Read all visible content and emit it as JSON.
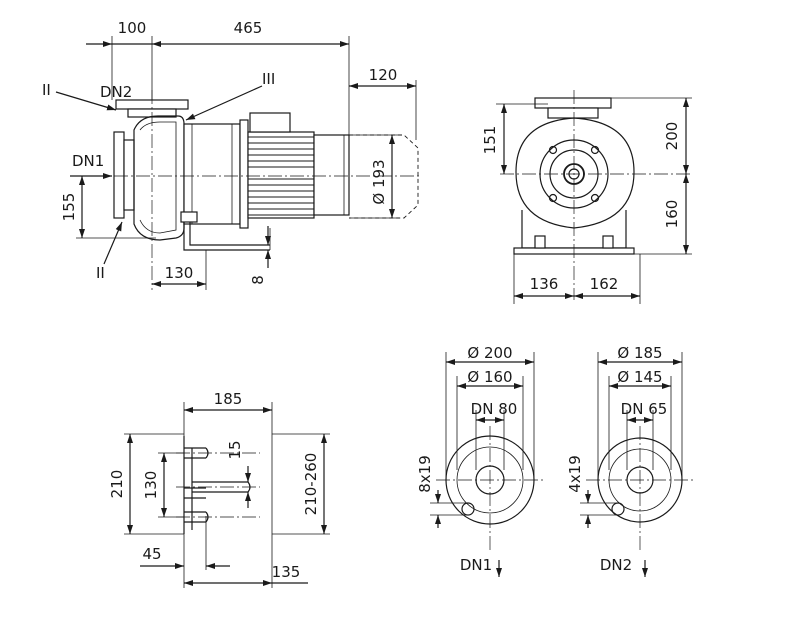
{
  "side_view": {
    "dims": {
      "d100": "100",
      "d465": "465",
      "d120": "120",
      "d193": "Ø 193",
      "d155": "155",
      "d130": "130",
      "d8": "8"
    },
    "labels": {
      "dn1": "DN1",
      "dn2": "DN2",
      "ii_top": "II",
      "ii_bottom": "II",
      "iii": "III"
    }
  },
  "front_view": {
    "dims": {
      "d151": "151",
      "d200": "200",
      "d160": "160",
      "d136": "136",
      "d162": "162"
    }
  },
  "foundation": {
    "dims": {
      "d185": "185",
      "d210": "210",
      "d130": "130",
      "d15": "15",
      "d210_260": "210-260",
      "d45": "45",
      "d135": "135"
    }
  },
  "flange_dn1": {
    "dims": {
      "outer": "Ø 200",
      "pitch": "Ø 160",
      "bore": "DN 80",
      "holes": "8x19"
    },
    "label": "DN1"
  },
  "flange_dn2": {
    "dims": {
      "outer": "Ø 185",
      "pitch": "Ø 145",
      "bore": "DN 65",
      "holes": "4x19"
    },
    "label": "DN2"
  }
}
